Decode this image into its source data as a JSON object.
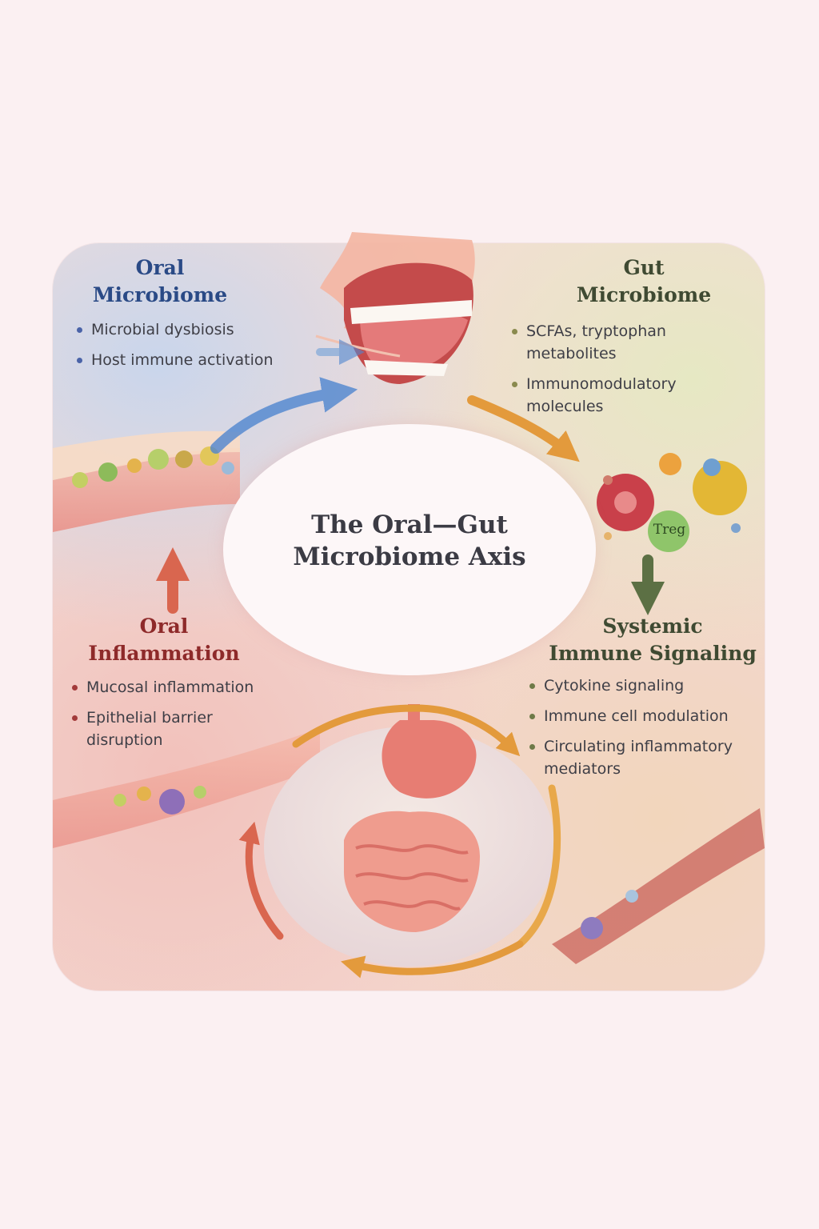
{
  "center_title": "The Oral—Gut\nMicrobiome Axis",
  "oral_microbiome": {
    "heading": "Oral\nMicrobiome",
    "color": "#2a4a86",
    "bullets": [
      "Microbial dysbiosis",
      "Host immune activation"
    ]
  },
  "gut_microbiome": {
    "heading": "Gut\nMicrobiome",
    "color": "#3f4a32",
    "bullets": [
      "SCFAs, tryptophan\nmetabolites",
      "Immunomodulatory\nmolecules"
    ]
  },
  "oral_inflammation": {
    "heading": "Oral\nInflammation",
    "color": "#8e2a2a",
    "bullets": [
      "Mucosal inflammation",
      "Epithelial barrier\ndisruption"
    ]
  },
  "systemic_signaling": {
    "heading": "Systemic\nImmune Signaling",
    "color": "#3f4a32",
    "bullets": [
      "Cytokine signaling",
      "Immune cell modulation",
      "Circulating inflammatory\nmediators"
    ]
  },
  "treg_label": "Treg",
  "colors": {
    "arrow_blue": "#4f86d0",
    "arrow_orange": "#e39a3c",
    "arrow_green": "#5c7044",
    "arrow_red": "#d9664f"
  }
}
